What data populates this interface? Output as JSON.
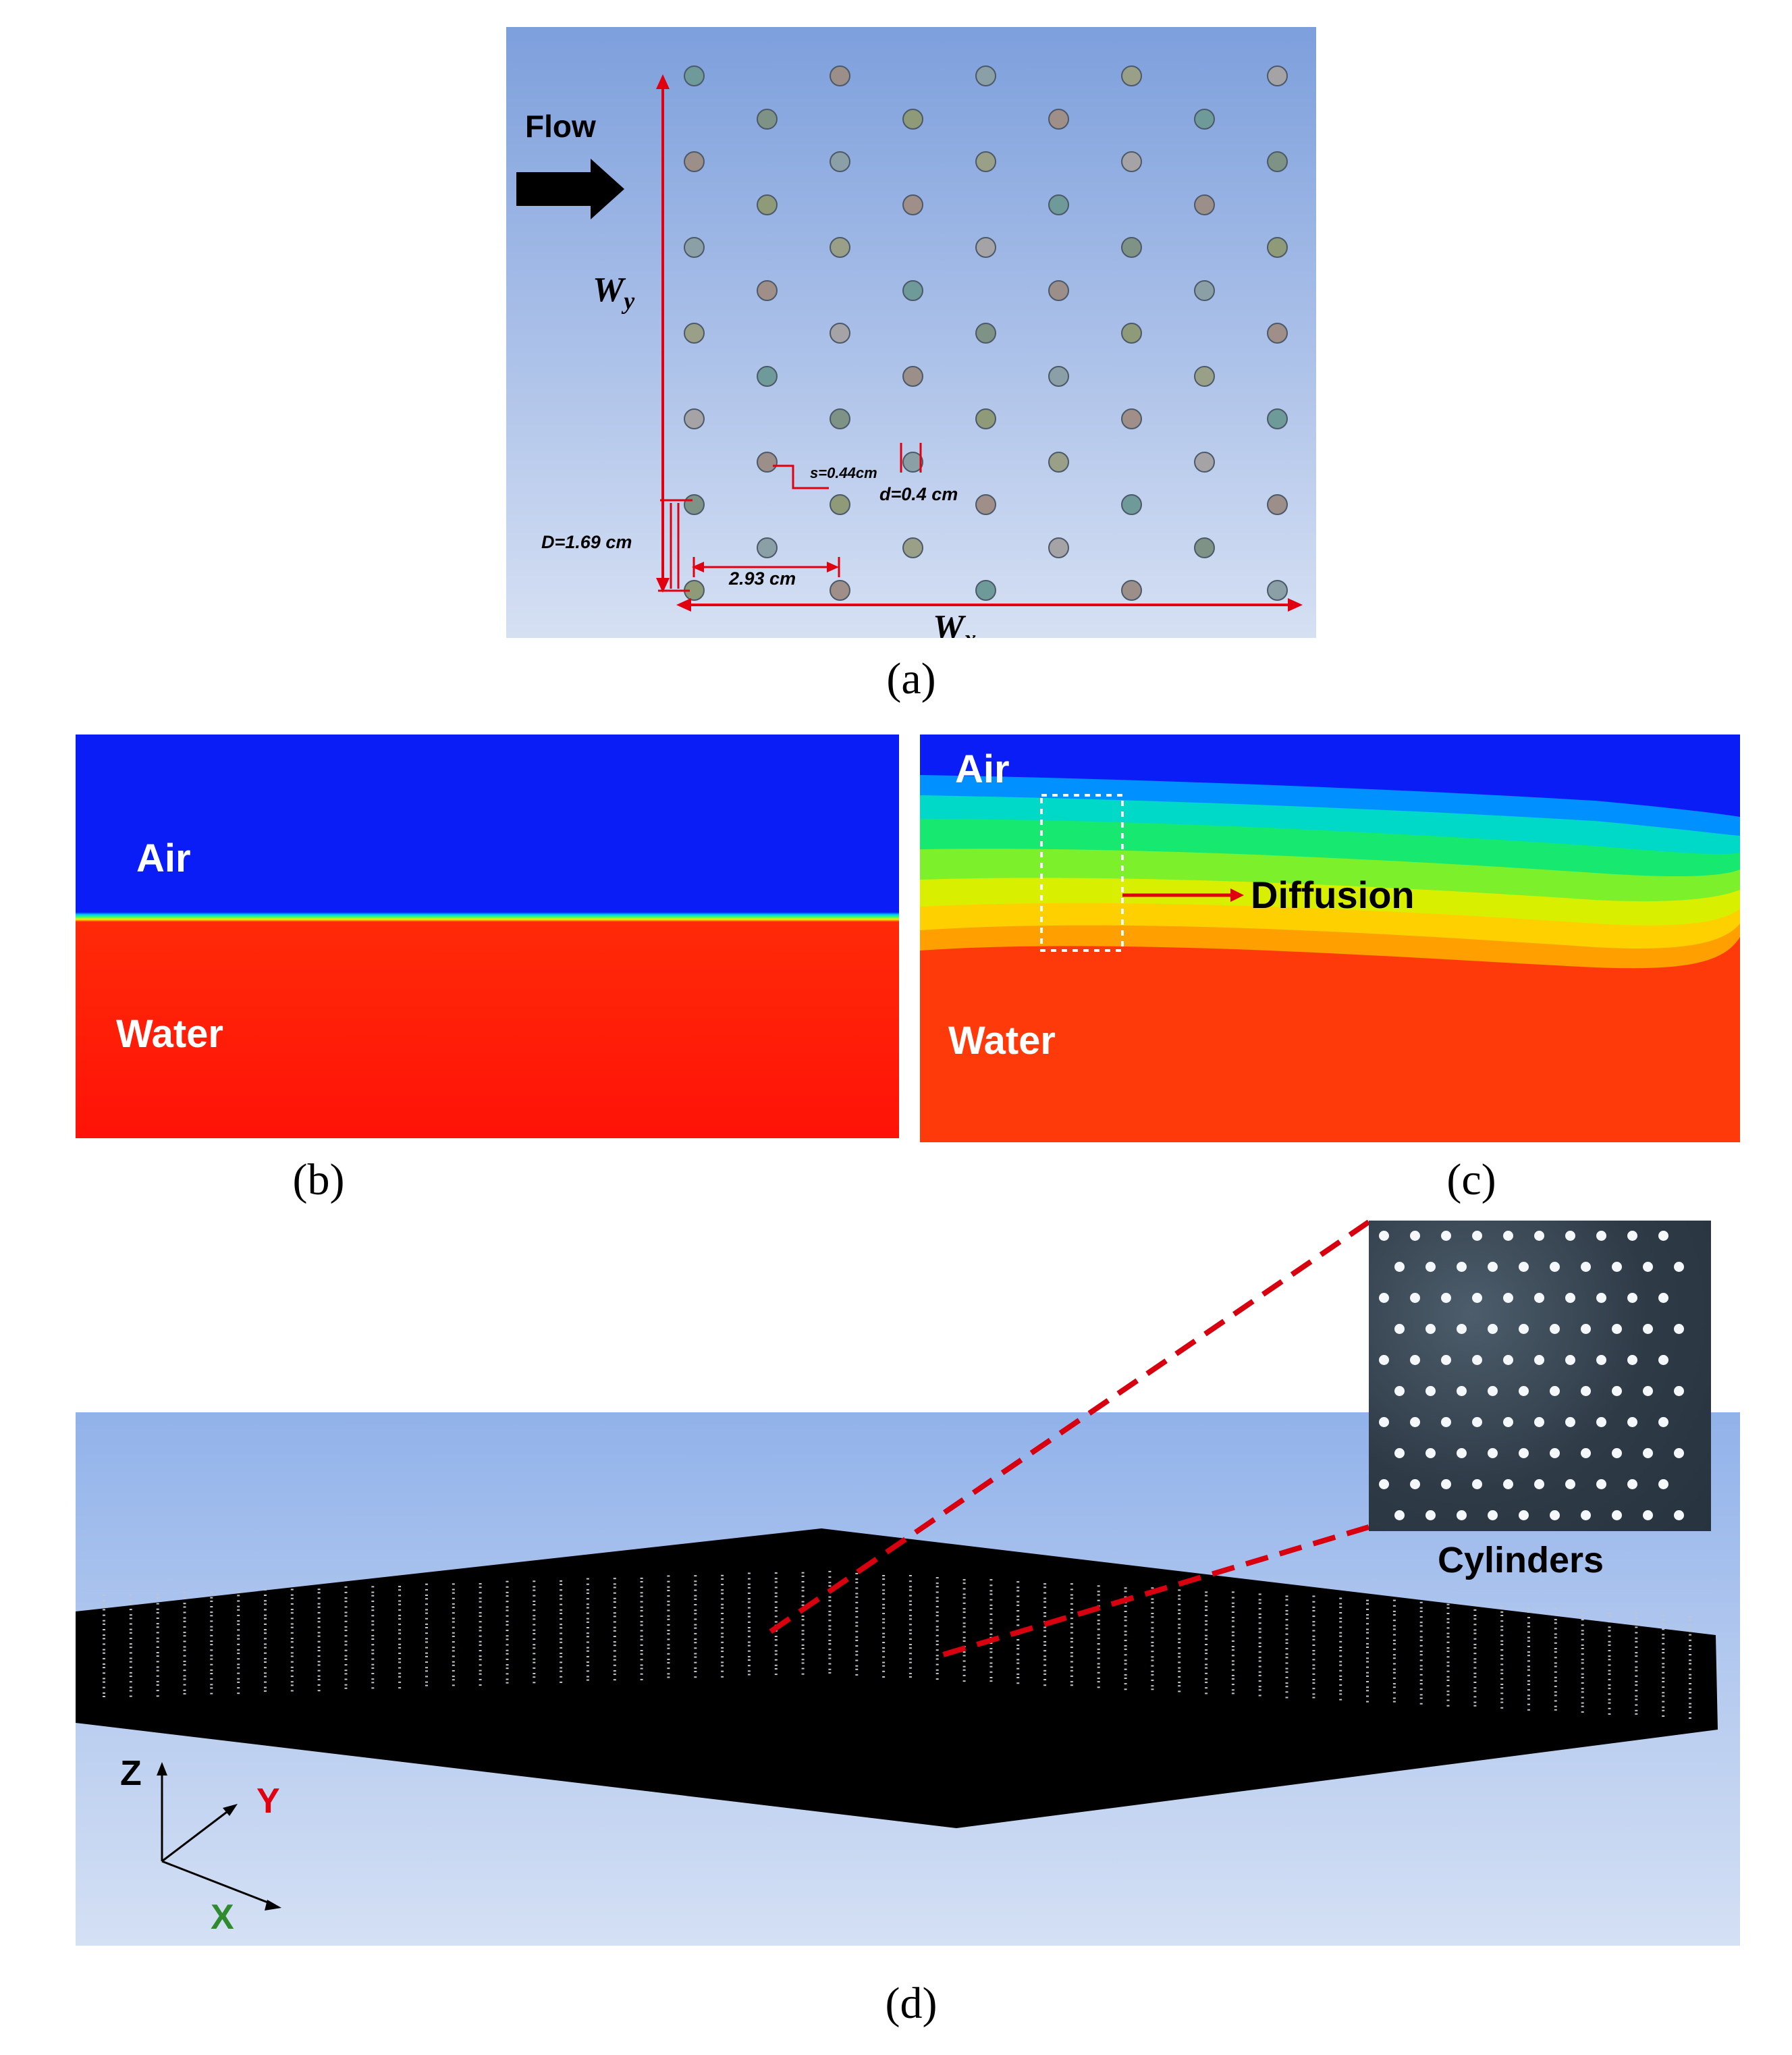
{
  "panel_a": {
    "flow_label": "Flow",
    "wy_label": "W",
    "wy_sub": "y",
    "wx_label": "W",
    "wx_sub": "x",
    "s_label": "s=0.44cm",
    "d_label": "d=0.4 cm",
    "D_label": "D=1.69 cm",
    "spacing_label": "2.93 cm",
    "caption": "(a)"
  },
  "panel_b": {
    "air_label": "Air",
    "water_label": "Water",
    "caption": "(b)"
  },
  "panel_c": {
    "air_label": "Air",
    "water_label": "Water",
    "diffusion_label": "Diffusion",
    "caption": "(c)"
  },
  "panel_d": {
    "inset_label": "Cylinders",
    "axis_z": "Z",
    "axis_y": "Y",
    "axis_x": "X",
    "caption": "(d)"
  },
  "colors": {
    "annotation_red": "#e0000f",
    "air_blue": "#0a1df6",
    "water_red": "#ff1208",
    "axis_y_red": "#e0000f",
    "axis_x_green": "#2e8b2e"
  }
}
